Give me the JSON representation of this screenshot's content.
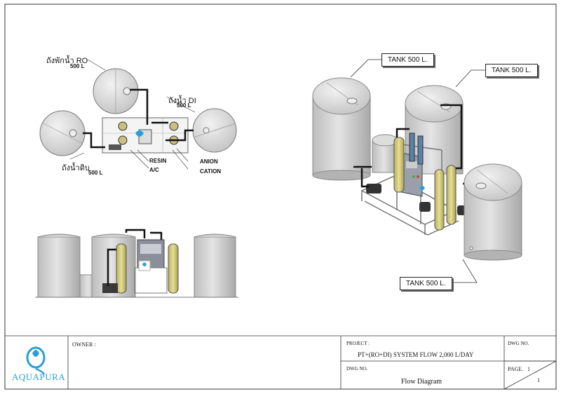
{
  "plan": {
    "tank_ro_label": "ถังพักน้ำ RO",
    "tank_ro_volume": "500 L",
    "tank_di_label": "ถังน้ำ DI",
    "tank_di_volume": "500 L",
    "tank_raw_label": "ถังน้ำดิบ",
    "tank_raw_volume": "500 L",
    "resin": "RESIN",
    "ac": "A/C",
    "anion": "ANION",
    "cation": "CATION"
  },
  "iso": {
    "callouts": [
      "TANK 500 L.",
      "TANK 500 L.",
      "TANK 500 L."
    ]
  },
  "title_block": {
    "logo_text": "AQUAPURA",
    "owner_label": "OWNER :",
    "project_label": "PROJECT :",
    "project_value": "PT+(RO+DI) SYSTEM FLOW 2,000 L/DAY",
    "dwg_no_label_1": "DWG NO.",
    "dwg_no_label_2": "DWG NO.",
    "dwg_name": "Flow Diagram",
    "page_label": "PAGE.",
    "page_number": "1",
    "page_total": "1"
  },
  "colors": {
    "tank_fill": "#dcdcdc",
    "pipe": "#111111",
    "resin_vessel": "#d8d07a",
    "logo_blue": "#2a9fd6"
  }
}
